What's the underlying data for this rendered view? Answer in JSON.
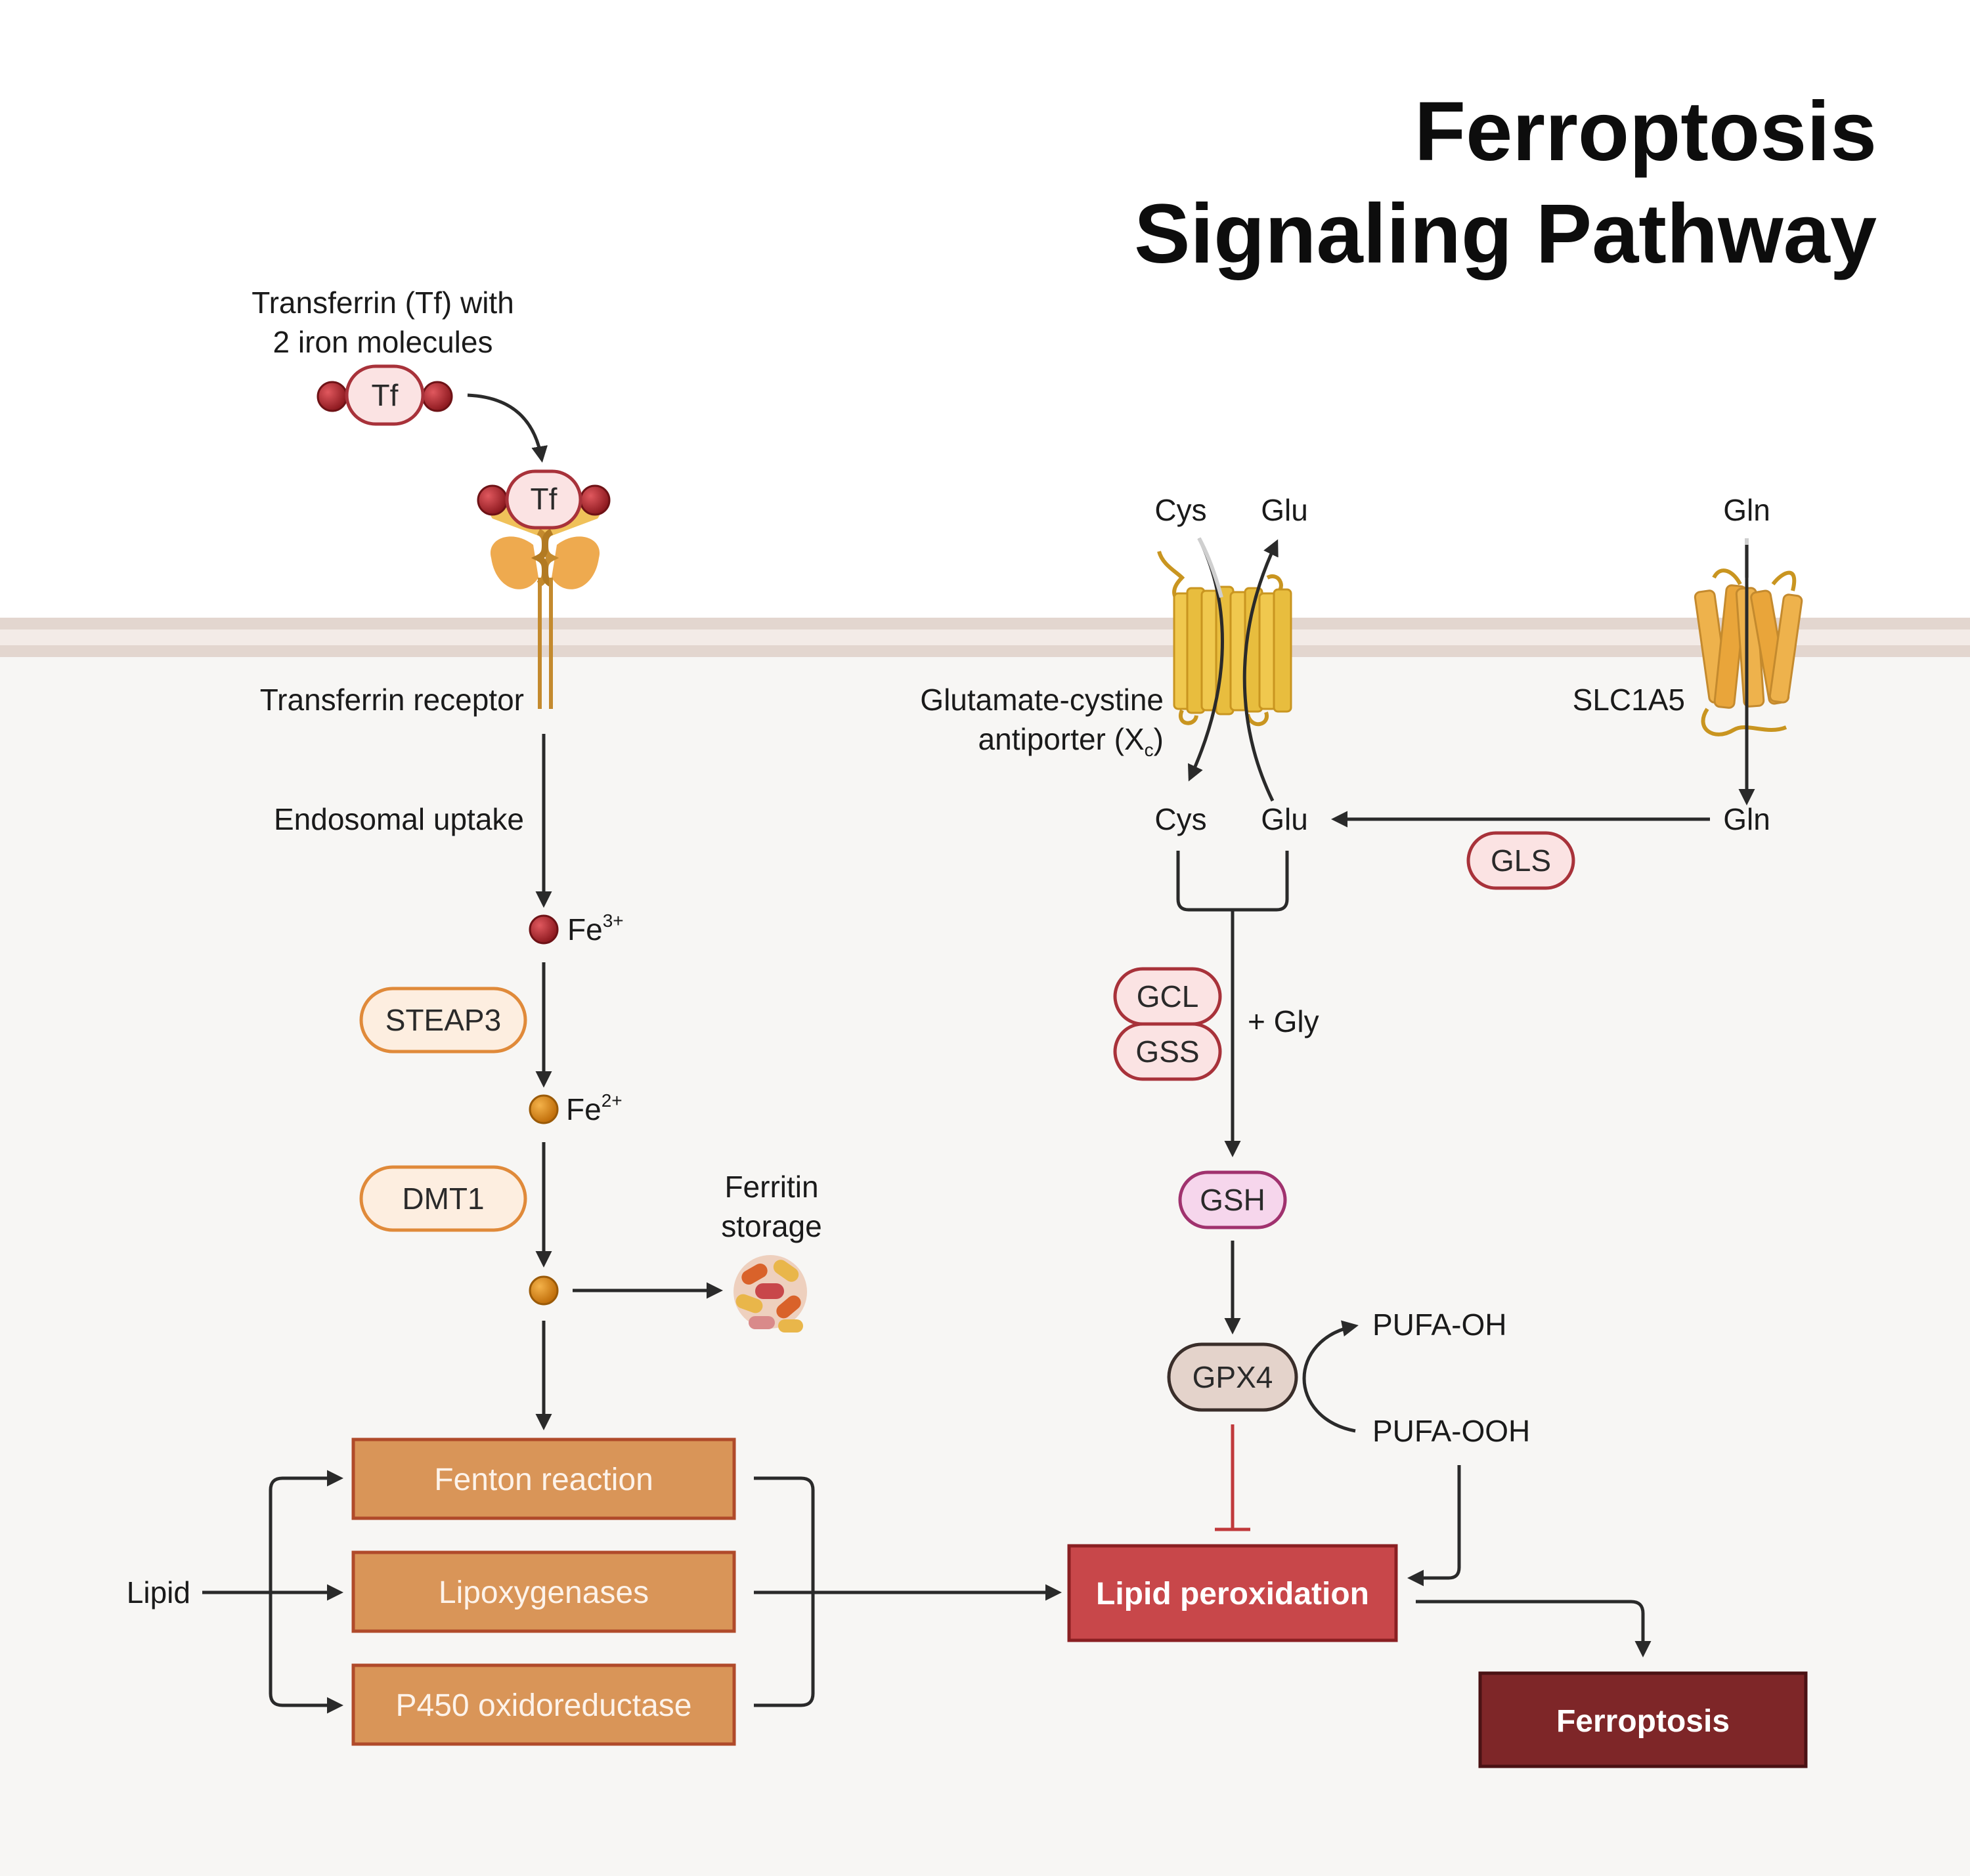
{
  "title": {
    "line1": "Ferroptosis",
    "line2": "Signaling Pathway"
  },
  "labels": {
    "transferrin_line1": "Transferrin (Tf) with",
    "transferrin_line2": "2 iron molecules",
    "tf": "Tf",
    "transferrin_receptor": "Transferrin receptor",
    "endosomal_uptake": "Endosomal uptake",
    "fe": "Fe",
    "fe3_charge": "3+",
    "fe2_charge": "2+",
    "ferritin_line1": "Ferritin",
    "ferritin_line2": "storage",
    "lipid": "Lipid",
    "cys": "Cys",
    "glu": "Glu",
    "gln": "Gln",
    "antiporter_line1": "Glutamate-cystine",
    "antiporter_line2_prefix": "antiporter (X",
    "antiporter_sub": "c",
    "antiporter_line2_suffix": ")",
    "slc1a5": "SLC1A5",
    "gly": "+ Gly",
    "pufa_oh": "PUFA-OH",
    "pufa_ooh": "PUFA-OOH"
  },
  "pills": {
    "steap3": "STEAP3",
    "dmt1": "DMT1",
    "gls": "GLS",
    "gcl": "GCL",
    "gss": "GSS",
    "gsh": "GSH",
    "gpx4": "GPX4"
  },
  "boxes": {
    "fenton": "Fenton reaction",
    "lipoxygenases": "Lipoxygenases",
    "p450": "P450 oxidoreductase",
    "lipid_peroxidation": "Lipid peroxidation",
    "ferroptosis": "Ferroptosis"
  },
  "colors": {
    "membrane": "#e3d6cf",
    "cytoplasm": "#f7f6f4",
    "iron3": "#a8232a",
    "iron2": "#d98612",
    "pill_red_fill": "#fbe3e3",
    "pill_red_stroke": "#a8323a",
    "pill_orange_fill": "#fdeee0",
    "pill_orange_stroke": "#e08a3a",
    "box_orange": "#d99558",
    "box_red": "#c8474a",
    "box_dark": "#7e2628",
    "inhibit": "#c0393b",
    "protein_yellow": "#e8c34c",
    "protein_orange": "#e9a94a"
  }
}
